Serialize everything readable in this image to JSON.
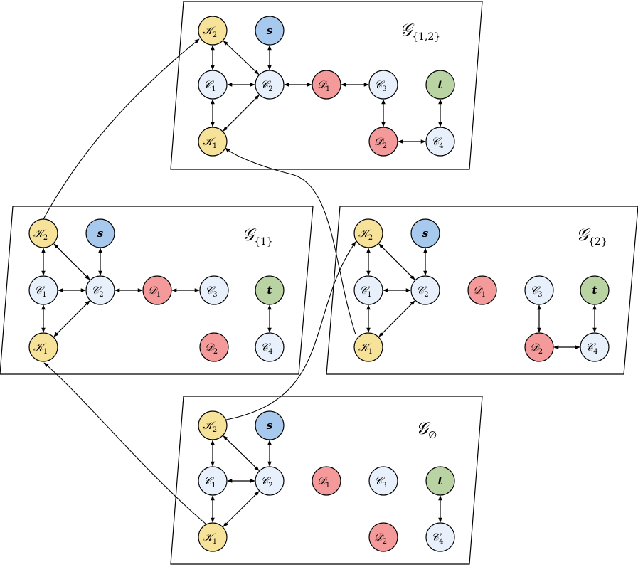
{
  "colors": {
    "K": "#f7e29a",
    "C": "#e8f1fb",
    "D": "#f49a9a",
    "s": "#a7c9ee",
    "t": "#b9d3a2",
    "stroke": "#000000"
  },
  "panels": [
    {
      "id": "g12",
      "title": "𝒢",
      "subscript": "{1,2}",
      "nodes": [
        {
          "id": "K2",
          "letter": "𝒦",
          "sub": "2",
          "kind": "K"
        },
        {
          "id": "s",
          "letter": "s",
          "sub": "",
          "kind": "s"
        },
        {
          "id": "C1",
          "letter": "𝒞",
          "sub": "1",
          "kind": "C"
        },
        {
          "id": "C2",
          "letter": "𝒞",
          "sub": "2",
          "kind": "C"
        },
        {
          "id": "D1",
          "letter": "𝒟",
          "sub": "1",
          "kind": "D"
        },
        {
          "id": "C3",
          "letter": "𝒞",
          "sub": "3",
          "kind": "C"
        },
        {
          "id": "t",
          "letter": "t",
          "sub": "",
          "kind": "t"
        },
        {
          "id": "K1",
          "letter": "𝒦",
          "sub": "1",
          "kind": "K"
        },
        {
          "id": "D2",
          "letter": "𝒟",
          "sub": "2",
          "kind": "D"
        },
        {
          "id": "C4",
          "letter": "𝒞",
          "sub": "4",
          "kind": "C"
        }
      ],
      "edges": [
        [
          "K2",
          "C1"
        ],
        [
          "K2",
          "C2"
        ],
        [
          "s",
          "C2"
        ],
        [
          "C1",
          "C2"
        ],
        [
          "C2",
          "D1"
        ],
        [
          "D1",
          "C3"
        ],
        [
          "C1",
          "K1"
        ],
        [
          "C2",
          "K1"
        ],
        [
          "C3",
          "D2"
        ],
        [
          "D2",
          "C4"
        ],
        [
          "C4",
          "t"
        ]
      ]
    },
    {
      "id": "g1",
      "title": "𝒢",
      "subscript": "{1}",
      "nodes": [
        {
          "id": "K2",
          "letter": "𝒦",
          "sub": "2",
          "kind": "K"
        },
        {
          "id": "s",
          "letter": "s",
          "sub": "",
          "kind": "s"
        },
        {
          "id": "C1",
          "letter": "𝒞",
          "sub": "1",
          "kind": "C"
        },
        {
          "id": "C2",
          "letter": "𝒞",
          "sub": "2",
          "kind": "C"
        },
        {
          "id": "D1",
          "letter": "𝒟",
          "sub": "1",
          "kind": "D"
        },
        {
          "id": "C3",
          "letter": "𝒞",
          "sub": "3",
          "kind": "C"
        },
        {
          "id": "t",
          "letter": "t",
          "sub": "",
          "kind": "t"
        },
        {
          "id": "K1",
          "letter": "𝒦",
          "sub": "1",
          "kind": "K"
        },
        {
          "id": "D2",
          "letter": "𝒟",
          "sub": "2",
          "kind": "D"
        },
        {
          "id": "C4",
          "letter": "𝒞",
          "sub": "4",
          "kind": "C"
        }
      ],
      "edges": [
        [
          "K2",
          "C1"
        ],
        [
          "K2",
          "C2"
        ],
        [
          "s",
          "C2"
        ],
        [
          "C1",
          "C2"
        ],
        [
          "C2",
          "D1"
        ],
        [
          "D1",
          "C3"
        ],
        [
          "C1",
          "K1"
        ],
        [
          "C2",
          "K1"
        ],
        [
          "t",
          "C4"
        ]
      ]
    },
    {
      "id": "g2",
      "title": "𝒢",
      "subscript": "{2}",
      "nodes": [
        {
          "id": "K2",
          "letter": "𝒦",
          "sub": "2",
          "kind": "K"
        },
        {
          "id": "s",
          "letter": "s",
          "sub": "",
          "kind": "s"
        },
        {
          "id": "C1",
          "letter": "𝒞",
          "sub": "1",
          "kind": "C"
        },
        {
          "id": "C2",
          "letter": "𝒞",
          "sub": "2",
          "kind": "C"
        },
        {
          "id": "D1",
          "letter": "𝒟",
          "sub": "1",
          "kind": "D"
        },
        {
          "id": "C3",
          "letter": "𝒞",
          "sub": "3",
          "kind": "C"
        },
        {
          "id": "t",
          "letter": "t",
          "sub": "",
          "kind": "t"
        },
        {
          "id": "K1",
          "letter": "𝒦",
          "sub": "1",
          "kind": "K"
        },
        {
          "id": "D2",
          "letter": "𝒟",
          "sub": "2",
          "kind": "D"
        },
        {
          "id": "C4",
          "letter": "𝒞",
          "sub": "4",
          "kind": "C"
        }
      ],
      "edges": [
        [
          "K2",
          "C1"
        ],
        [
          "K2",
          "C2"
        ],
        [
          "s",
          "C2"
        ],
        [
          "C1",
          "C2"
        ],
        [
          "C1",
          "K1"
        ],
        [
          "C2",
          "K1"
        ],
        [
          "C3",
          "D2"
        ],
        [
          "D2",
          "C4"
        ],
        [
          "C4",
          "t"
        ]
      ]
    },
    {
      "id": "g0",
      "title": "𝒢",
      "subscript": "∅",
      "nodes": [
        {
          "id": "K2",
          "letter": "𝒦",
          "sub": "2",
          "kind": "K"
        },
        {
          "id": "s",
          "letter": "s",
          "sub": "",
          "kind": "s"
        },
        {
          "id": "C1",
          "letter": "𝒞",
          "sub": "1",
          "kind": "C"
        },
        {
          "id": "C2",
          "letter": "𝒞",
          "sub": "2",
          "kind": "C"
        },
        {
          "id": "D1",
          "letter": "𝒟",
          "sub": "1",
          "kind": "D"
        },
        {
          "id": "C3",
          "letter": "𝒞",
          "sub": "3",
          "kind": "C"
        },
        {
          "id": "t",
          "letter": "t",
          "sub": "",
          "kind": "t"
        },
        {
          "id": "K1",
          "letter": "𝒦",
          "sub": "1",
          "kind": "K"
        },
        {
          "id": "D2",
          "letter": "𝒟",
          "sub": "2",
          "kind": "D"
        },
        {
          "id": "C4",
          "letter": "𝒞",
          "sub": "4",
          "kind": "C"
        }
      ],
      "edges": [
        [
          "K2",
          "C1"
        ],
        [
          "K2",
          "C2"
        ],
        [
          "s",
          "C2"
        ],
        [
          "C1",
          "C2"
        ],
        [
          "C1",
          "K1"
        ],
        [
          "C2",
          "K1"
        ],
        [
          "t",
          "C4"
        ]
      ]
    }
  ],
  "links": [
    {
      "from": "g1.K2",
      "to": "g12.K2"
    },
    {
      "from": "g2.K1",
      "to": "g12.K1"
    },
    {
      "from": "g0.K2",
      "to": "g2.K2"
    },
    {
      "from": "g0.K1",
      "to": "g1.K1"
    }
  ]
}
